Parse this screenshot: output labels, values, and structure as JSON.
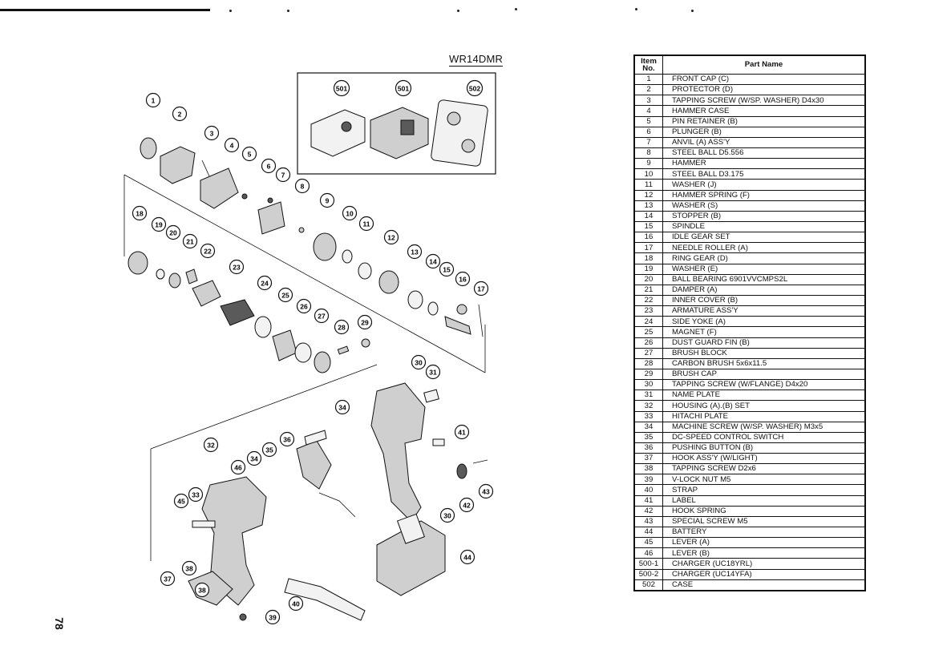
{
  "page": {
    "model": "WR14DMR",
    "page_number": "78"
  },
  "table": {
    "header_no": "Item No.",
    "header_name": "Part Name",
    "rows": [
      {
        "no": "1",
        "name": "FRONT CAP (C)"
      },
      {
        "no": "2",
        "name": "PROTECTOR (D)"
      },
      {
        "no": "3",
        "name": "TAPPING SCREW (W/SP. WASHER) D4x30"
      },
      {
        "no": "4",
        "name": "HAMMER CASE"
      },
      {
        "no": "5",
        "name": "PIN RETAINER (B)"
      },
      {
        "no": "6",
        "name": "PLUNGER (B)"
      },
      {
        "no": "7",
        "name": "ANVIL (A) ASS'Y"
      },
      {
        "no": "8",
        "name": "STEEL BALL D5.556"
      },
      {
        "no": "9",
        "name": "HAMMER"
      },
      {
        "no": "10",
        "name": "STEEL BALL D3.175"
      },
      {
        "no": "11",
        "name": "WASHER (J)"
      },
      {
        "no": "12",
        "name": "HAMMER SPRING (F)"
      },
      {
        "no": "13",
        "name": "WASHER (S)"
      },
      {
        "no": "14",
        "name": "STOPPER (B)"
      },
      {
        "no": "15",
        "name": "SPINDLE"
      },
      {
        "no": "16",
        "name": "IDLE GEAR SET"
      },
      {
        "no": "17",
        "name": "NEEDLE ROLLER (A)"
      },
      {
        "no": "18",
        "name": "RING GEAR (D)"
      },
      {
        "no": "19",
        "name": "WASHER (E)"
      },
      {
        "no": "20",
        "name": "BALL BEARING 6901VVCMPS2L"
      },
      {
        "no": "21",
        "name": "DAMPER (A)"
      },
      {
        "no": "22",
        "name": "INNER COVER (B)"
      },
      {
        "no": "23",
        "name": "ARMATURE ASS'Y"
      },
      {
        "no": "24",
        "name": "SIDE YOKE (A)"
      },
      {
        "no": "25",
        "name": "MAGNET (F)"
      },
      {
        "no": "26",
        "name": "DUST GUARD FIN (B)"
      },
      {
        "no": "27",
        "name": "BRUSH BLOCK"
      },
      {
        "no": "28",
        "name": "CARBON BRUSH 5x6x11.5"
      },
      {
        "no": "29",
        "name": "BRUSH CAP"
      },
      {
        "no": "30",
        "name": "TAPPING SCREW (W/FLANGE) D4x20"
      },
      {
        "no": "31",
        "name": "NAME PLATE"
      },
      {
        "no": "32",
        "name": "HOUSING (A).(B) SET"
      },
      {
        "no": "33",
        "name": "HITACHI PLATE"
      },
      {
        "no": "34",
        "name": "MACHINE SCREW (W/SP. WASHER) M3x5"
      },
      {
        "no": "35",
        "name": "DC-SPEED CONTROL SWITCH"
      },
      {
        "no": "36",
        "name": "PUSHING BUTTON (B)"
      },
      {
        "no": "37",
        "name": "HOOK ASS'Y (W/LIGHT)"
      },
      {
        "no": "38",
        "name": "TAPPING SCREW D2x6"
      },
      {
        "no": "39",
        "name": "V-LOCK NUT M5"
      },
      {
        "no": "40",
        "name": "STRAP"
      },
      {
        "no": "41",
        "name": "LABEL"
      },
      {
        "no": "42",
        "name": "HOOK SPRING"
      },
      {
        "no": "43",
        "name": "SPECIAL SCREW M5"
      },
      {
        "no": "44",
        "name": "BATTERY"
      },
      {
        "no": "45",
        "name": "LEVER (A)"
      },
      {
        "no": "46",
        "name": "LEVER (B)"
      },
      {
        "no": "500-1",
        "name": "CHARGER (UC18YRL)"
      },
      {
        "no": "500-2",
        "name": "CHARGER (UC14YFA)"
      },
      {
        "no": "502",
        "name": "CASE"
      }
    ]
  },
  "callouts": [
    "1",
    "2",
    "3",
    "4",
    "5",
    "6",
    "7",
    "8",
    "9",
    "10",
    "11",
    "12",
    "13",
    "14",
    "15",
    "16",
    "17",
    "18",
    "19",
    "20",
    "21",
    "22",
    "23",
    "24",
    "25",
    "26",
    "27",
    "28",
    "29",
    "30",
    "31",
    "32",
    "33",
    "34",
    "35",
    "36",
    "37",
    "38",
    "39",
    "40",
    "41",
    "42",
    "43",
    "44",
    "45",
    "46",
    "501",
    "501",
    "502",
    "30",
    "34",
    "38"
  ]
}
